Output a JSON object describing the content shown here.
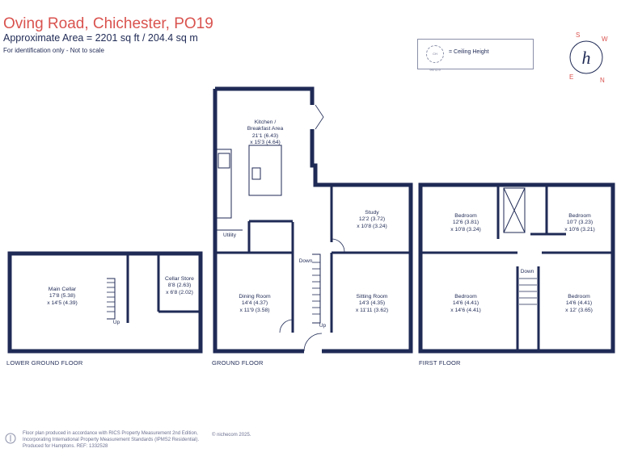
{
  "header": {
    "title": "Oving Road, Chichester, PO19",
    "area": "Approximate Area = 2201 sq ft / 204.4 sq m",
    "note": "For identification only - Not to scale"
  },
  "legend": {
    "badge": "CH 9'6\"/2.9",
    "text": "= Ceiling Height"
  },
  "compass": {
    "n": "N",
    "e": "E",
    "s": "S",
    "w": "W",
    "logo": "h"
  },
  "floors": {
    "lower": "LOWER GROUND FLOOR",
    "ground": "GROUND FLOOR",
    "first": "FIRST FLOOR"
  },
  "rooms": {
    "main_cellar": "Main Cellar\n17'8 (5.38)\nx 14'5 (4.39)",
    "cellar_store": "Cellar Store\n8'8 (2.63)\nx 6'8 (2.02)",
    "kitchen": "Kitchen /\nBreakfast Area\n21'1 (6.43)\nx 15'3 (4.64)",
    "study": "Study\n12'2 (3.72)\nx 10'8 (3.24)",
    "dining": "Dining Room\n14'4 (4.37)\nx 11'9 (3.58)",
    "sitting": "Sitting Room\n14'3 (4.35)\nx 11'11 (3.62)",
    "bed1": "Bedroom\n12'6 (3.81)\nx 10'8 (3.24)",
    "bed2": "Bedroom\n10'7 (3.23)\nx 10'6 (3.21)",
    "bed3": "Bedroom\n14'6 (4.41)\nx 14'6 (4.41)",
    "bed4": "Bedroom\n14'6 (4.41)\nx 12' (3.65)"
  },
  "labels": {
    "utility": "Utility",
    "up_cellar": "Up",
    "down_ground": "Down",
    "up_ground": "Up",
    "down_first": "Down"
  },
  "footer": {
    "text": "Floor plan produced in accordance with RICS Property Measurement 2nd Edition,\nIncorporating International Property Measurement Standards (IPMS2 Residential).\nProduced for Hamptons.   REF: 1332528",
    "brand": "© nichecom 2025."
  },
  "colors": {
    "wall": "#1f2a55",
    "title": "#d9534f"
  }
}
